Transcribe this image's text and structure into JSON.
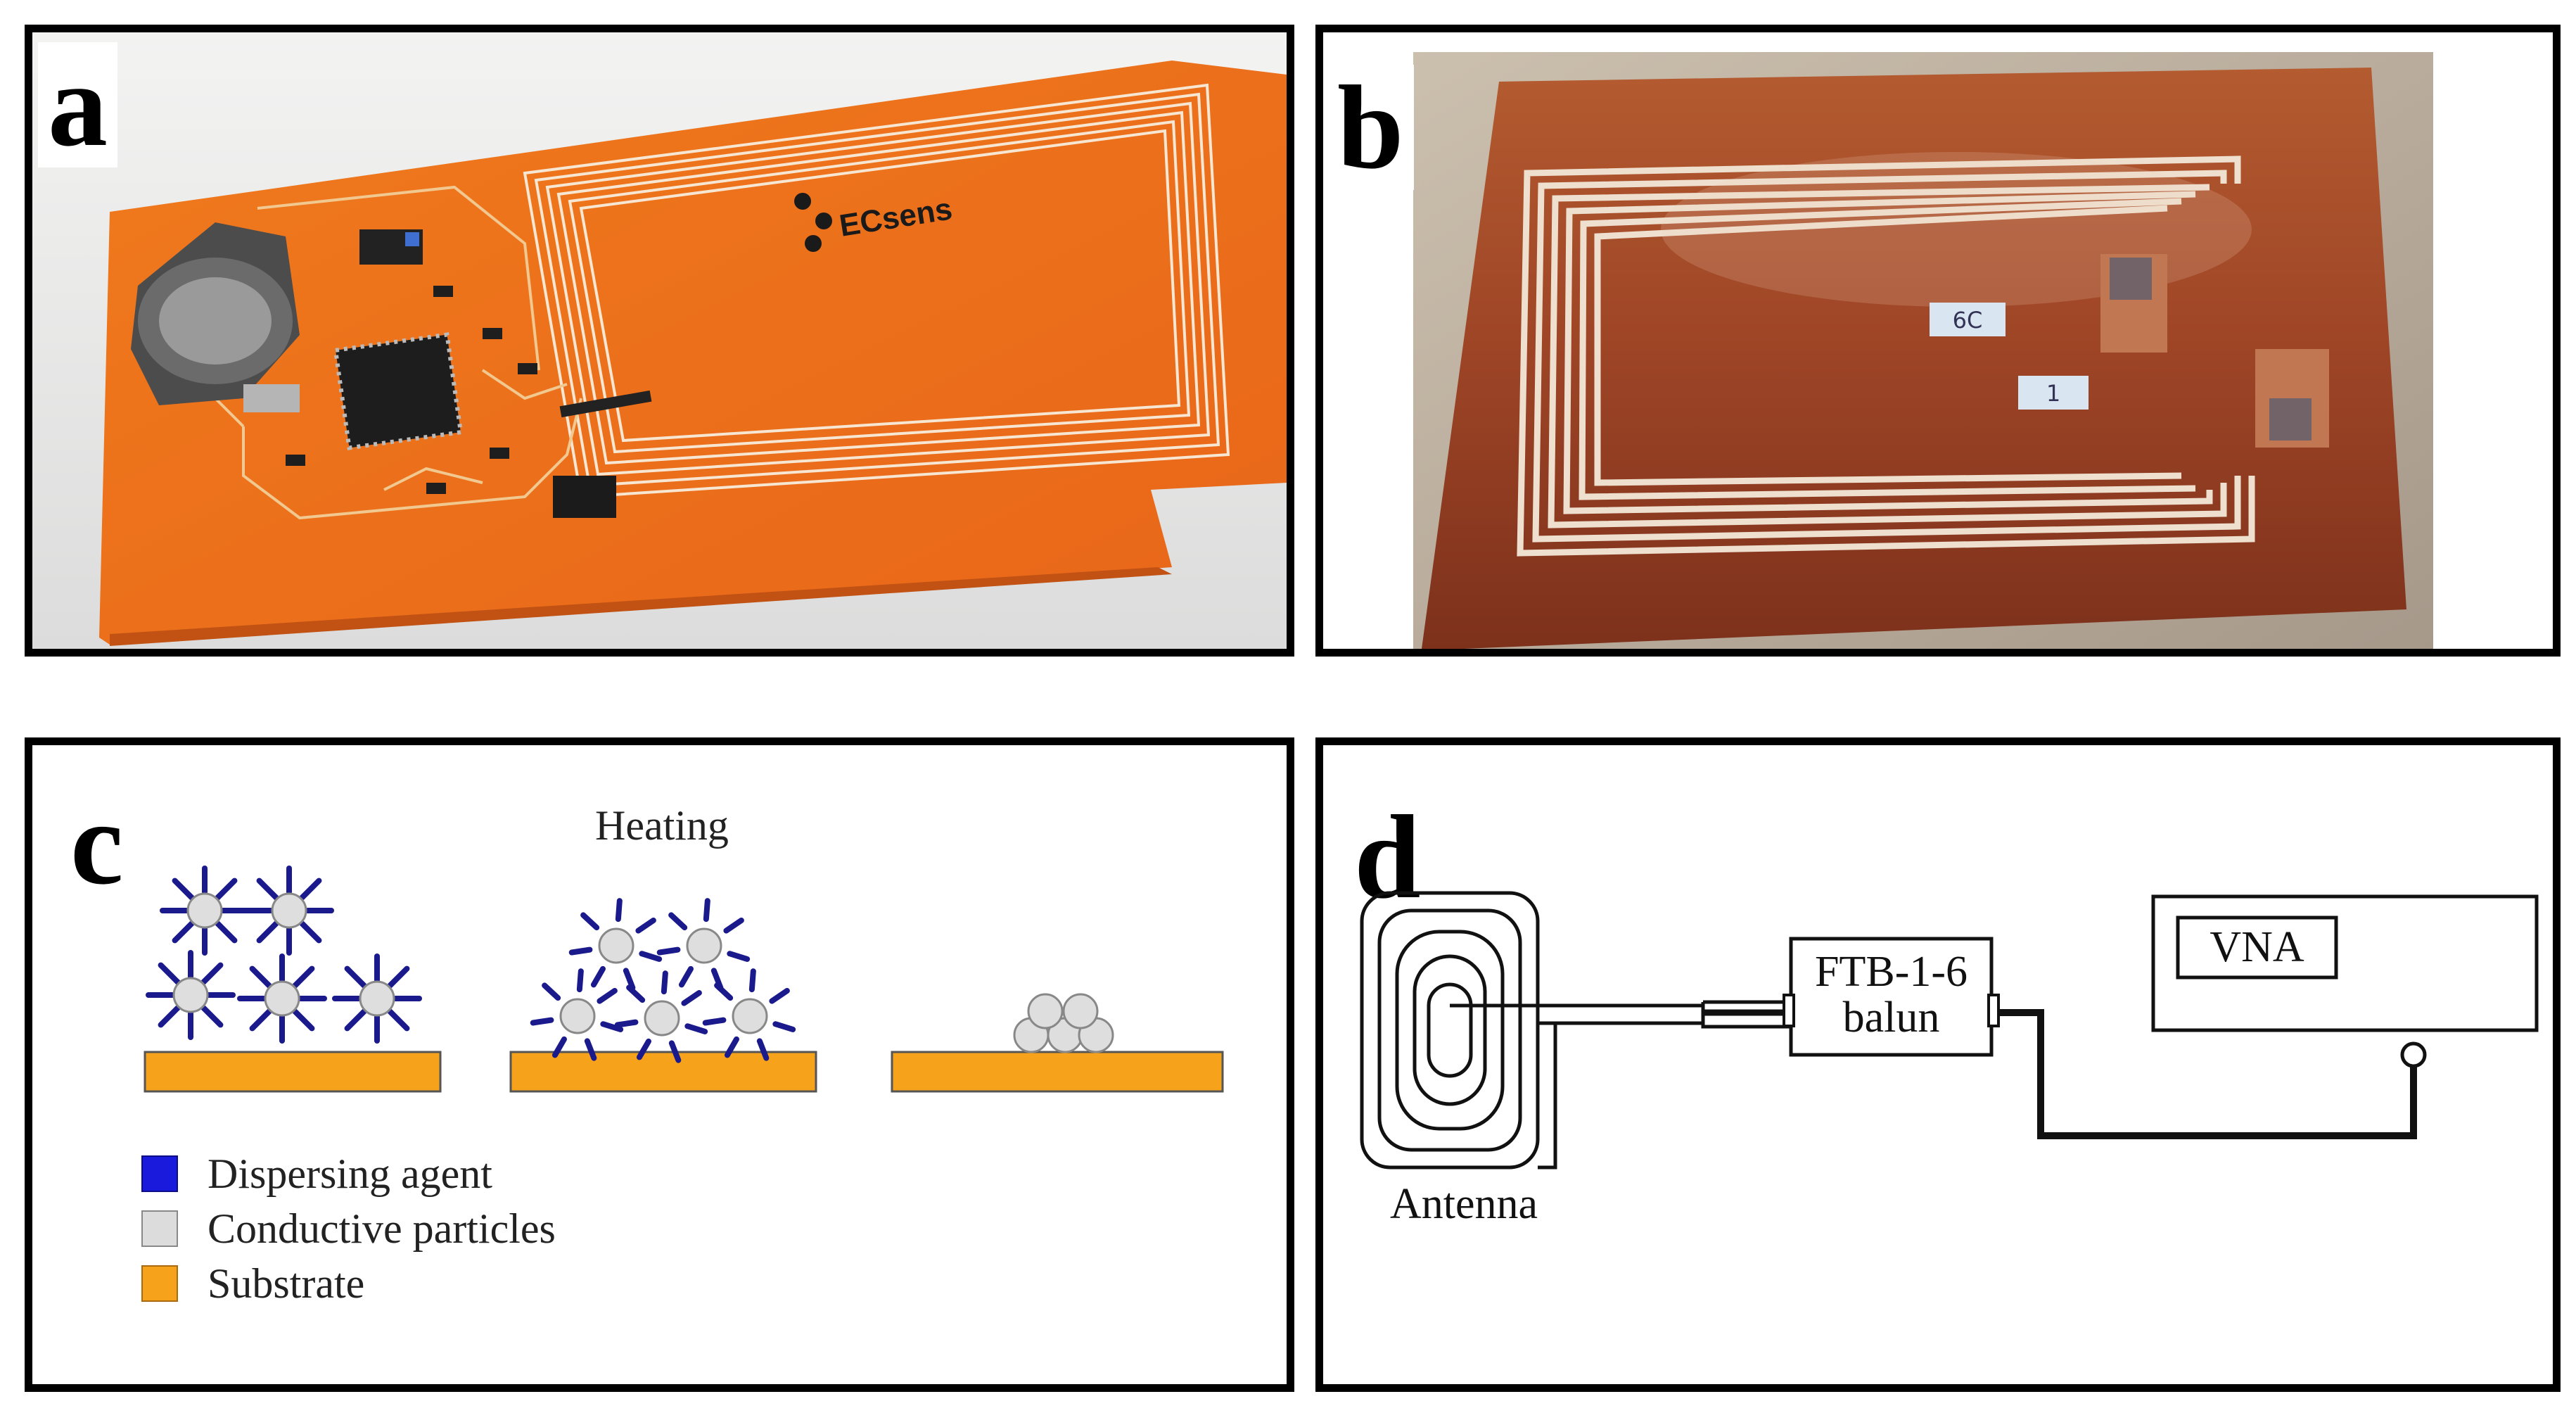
{
  "panels": {
    "a": {
      "letter": "a",
      "logo_text": "ECsens"
    },
    "b": {
      "letter": "b",
      "label_1": "6C",
      "label_2": "1"
    },
    "c": {
      "letter": "c",
      "heating_label": "Heating",
      "legend": [
        {
          "label": "Dispersing agent",
          "color": "#1a1adc"
        },
        {
          "label": "Conductive particles",
          "color": "#dcdcdc"
        },
        {
          "label": "Substrate",
          "color": "#f7a21b"
        }
      ]
    },
    "d": {
      "letter": "d",
      "antenna_label": "Antenna",
      "balun_line1": "FTB-1-6",
      "balun_line2": "balun",
      "vna_label": "VNA"
    }
  }
}
